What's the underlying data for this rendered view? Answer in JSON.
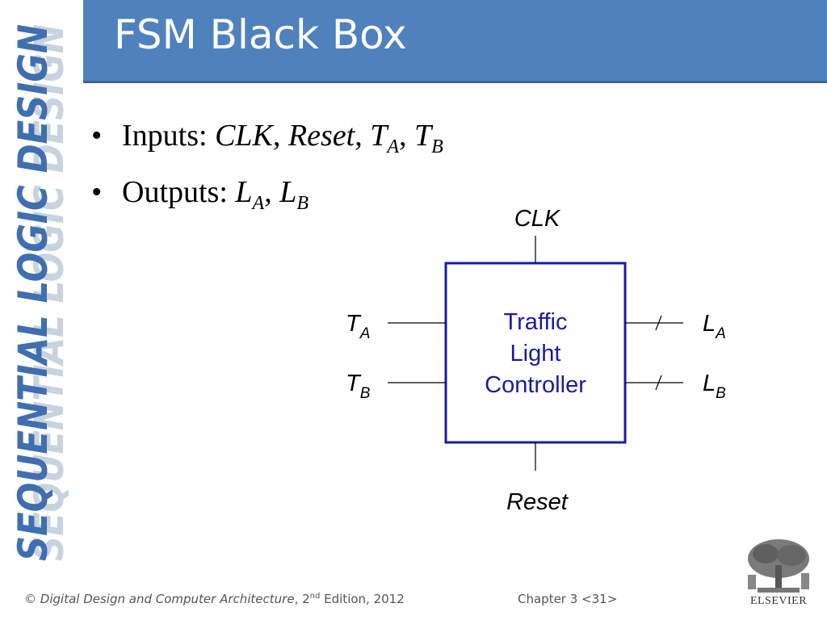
{
  "slide": {
    "title": "FSM Black Box",
    "sidebar_text": "SEQUENTIAL LOGIC DESIGN"
  },
  "bullets": [
    {
      "label": "Inputs:",
      "items": [
        "CLK",
        "Reset",
        "T",
        "A",
        "T",
        "B"
      ]
    },
    {
      "label": "Outputs:",
      "items": [
        "L",
        "A",
        "L",
        "B"
      ]
    }
  ],
  "diagram": {
    "box_lines": [
      "Traffic",
      "Light",
      "Controller"
    ],
    "clk": "CLK",
    "reset": "Reset",
    "in_a": "T",
    "in_a_sub": "A",
    "in_b": "T",
    "in_b_sub": "B",
    "out_a": "L",
    "out_a_sub": "A",
    "out_b": "L",
    "out_b_sub": "B"
  },
  "footer": {
    "copyright": "©",
    "book": "Digital Design and Computer Architecture",
    "edition_num": "2",
    "edition_sup": "nd",
    "edition_rest": "Edition, 2012",
    "chapter": "Chapter 3 <31>"
  },
  "logo": {
    "text": "ELSEVIER"
  },
  "colors": {
    "title_bar": "#4f81bd",
    "box_stroke": "#1a1aa8",
    "box_text": "#1a1aa8",
    "sidebar_text": "#3f6fb0"
  }
}
